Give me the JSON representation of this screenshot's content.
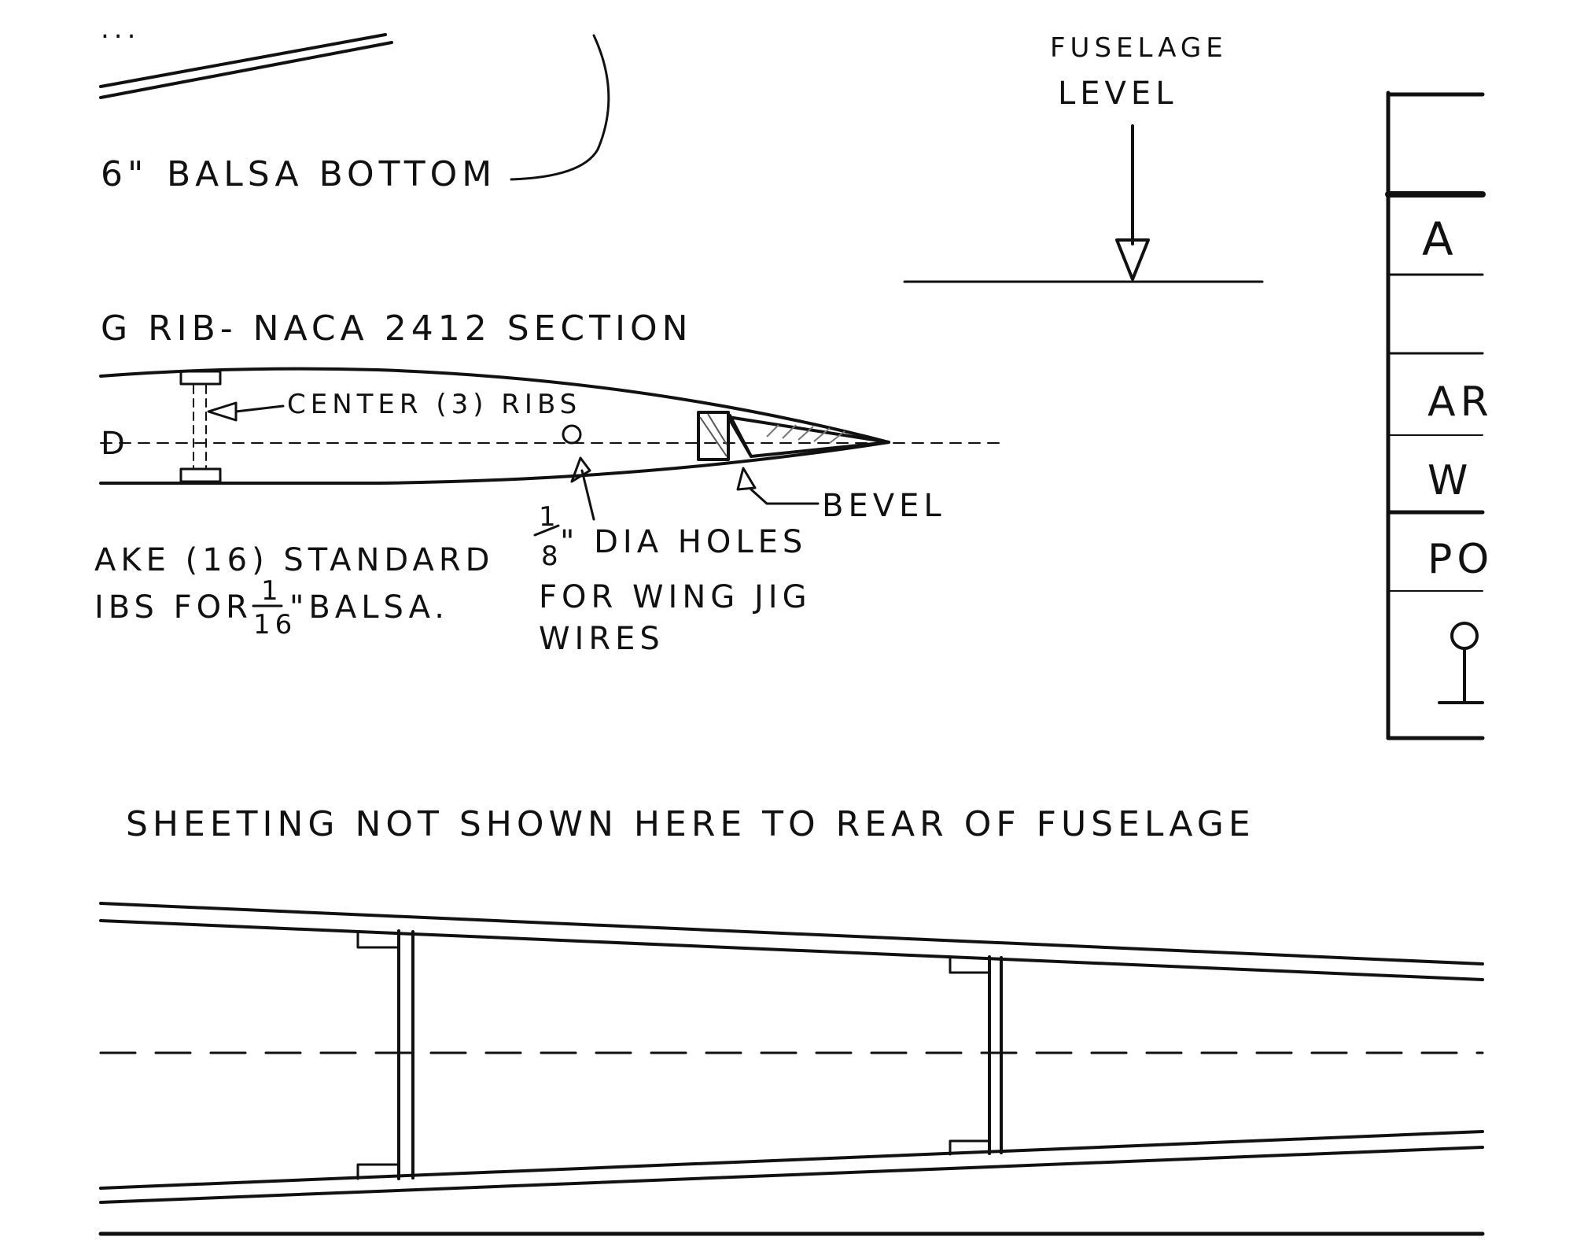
{
  "notes": {
    "top_left_fragment": "...",
    "balsa_bottom_fraction": "6\"",
    "balsa_bottom": "BALSA BOTTOM",
    "fuselage_level_1": "FUSELAGE",
    "fuselage_level_2": "LEVEL",
    "rib_title": "G RIB-  NACA 2412 SECTION",
    "center_ribs": "CENTER (3) RIBS",
    "rib_left_mark": "D",
    "bevel": "BEVEL",
    "make_line1": "AKE (16) STANDARD",
    "make_line2_a": "IBS FOR",
    "make_line2_frac_num": "1",
    "make_line2_frac_den": "16",
    "make_line2_b": "\"BALSA.",
    "holes_frac_num": "1",
    "holes_frac_den": "8",
    "holes_line1": "\" DIA HOLES",
    "holes_line2": "FOR WING JIG",
    "holes_line3": "WIRES",
    "sheeting_note": "SHEETING  NOT  SHOWN  HERE  TO  REAR  OF  FUSELAGE"
  },
  "title_block": {
    "row_a": "A",
    "row_ar": "AR",
    "row_w": "W",
    "row_po": "PO"
  }
}
